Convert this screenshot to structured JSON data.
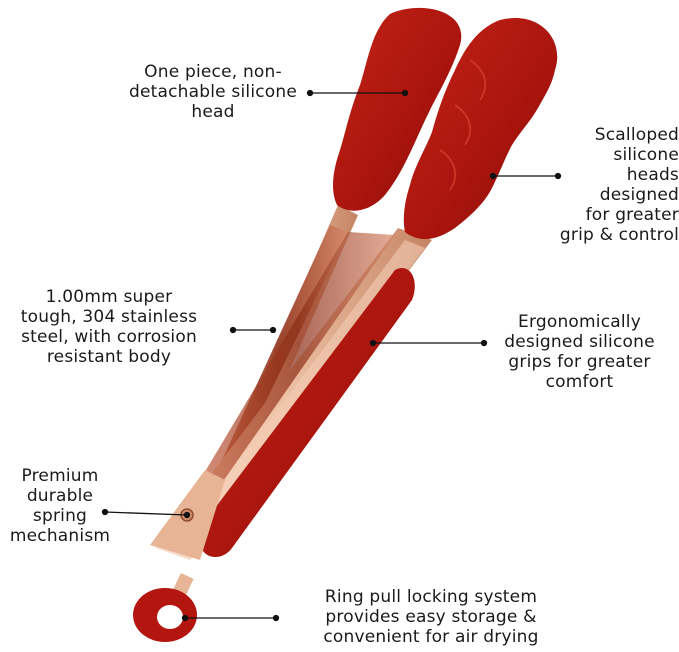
{
  "callouts": {
    "head": [
      "One piece, non-",
      "detachable silicone",
      "head"
    ],
    "scallop": [
      "Scalloped",
      "silicone",
      "heads",
      "designed",
      "for greater",
      "grip & control"
    ],
    "steel": [
      "1.00mm super",
      "tough, 304 stainless",
      "steel, with corrosion",
      "resistant body"
    ],
    "grip": [
      "Ergonomically",
      "designed silicone",
      "grips for greater",
      "comfort"
    ],
    "spring": [
      "Premium",
      "durable",
      "spring",
      "mechanism"
    ],
    "ring": [
      "Ring pull locking system",
      "provides easy storage &",
      "convenient for air drying"
    ]
  },
  "colors": {
    "silicone": "#b3160f",
    "silicone_dark": "#7d0c08",
    "steel_rose_gold": "#e9b79a",
    "steel_shadow": "#b4704e",
    "leader_line": "#111111"
  }
}
